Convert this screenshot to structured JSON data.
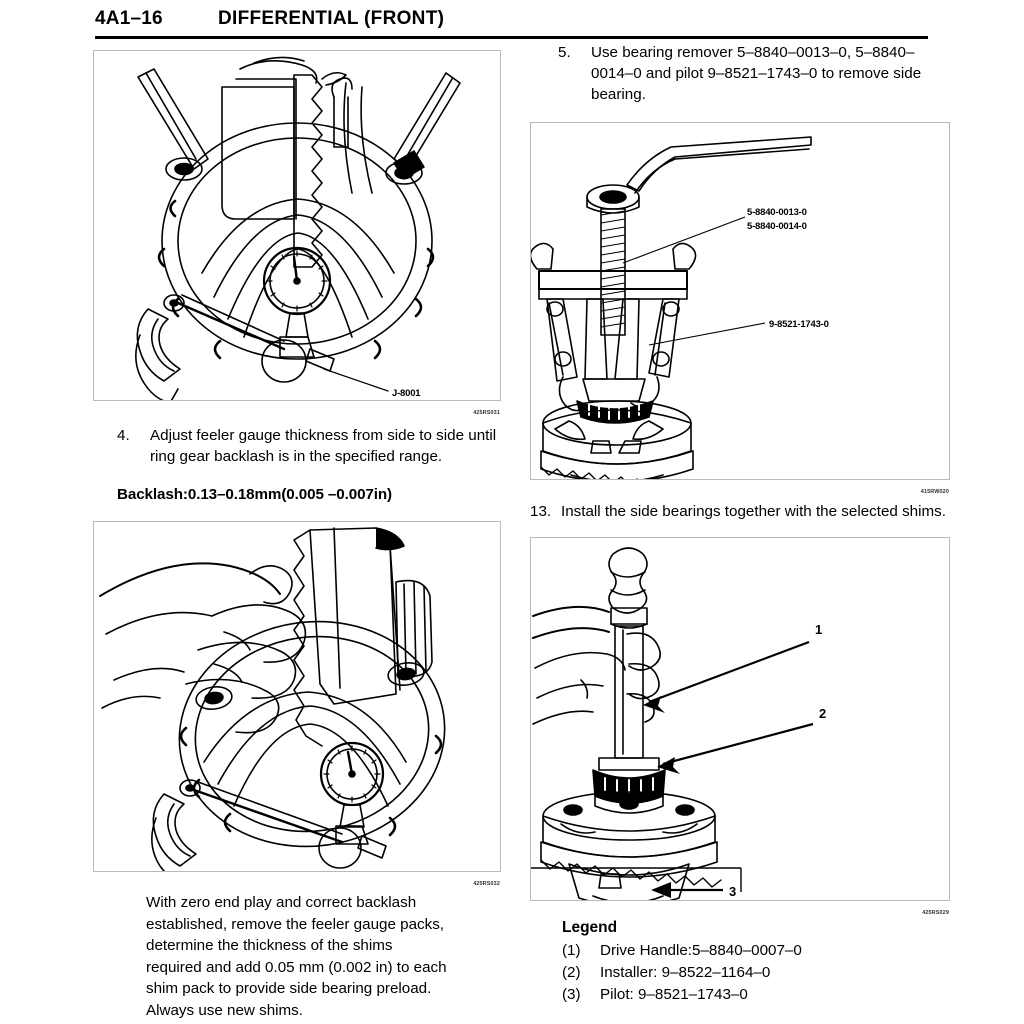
{
  "header": {
    "code": "4A1–16",
    "title": "DIFFERENTIAL (FRONT)"
  },
  "left_column": {
    "figure_1": {
      "code": "425RS031",
      "callout": "J-8001"
    },
    "step_4": {
      "number": "4.",
      "text": "Adjust feeler gauge thickness from side to side until ring gear backlash is in the specified range."
    },
    "backlash_spec": "Backlash:0.13–0.18mm(0.005 –0.007in)",
    "figure_2": {
      "code": "425RS032"
    },
    "closing_paragraph": "With zero end play and correct backlash established, remove the feeler gauge packs, determine the thickness of the shims required and add 0.05 mm (0.002 in) to each shim pack to provide side bearing preload. Always use new shims."
  },
  "right_column": {
    "step_5": {
      "number": "5.",
      "text": "Use bearing remover 5–8840–0013–0, 5–8840–0014–0 and pilot 9–8521–1743–0 to remove side bearing."
    },
    "figure_3": {
      "code": "415RW020",
      "callout_1": "5-8840-0013-0",
      "callout_2": "5-8840-0014-0",
      "callout_3": "9-8521-1743-0"
    },
    "step_13": {
      "number": "13.",
      "text": "Install the side bearings together with the selected shims."
    },
    "figure_4": {
      "code": "425RS029",
      "callout_1": "1",
      "callout_2": "2",
      "callout_3": "3"
    },
    "legend": {
      "title": "Legend",
      "items": [
        {
          "key": "(1)",
          "value": "Drive Handle:5–8840–0007–0"
        },
        {
          "key": "(2)",
          "value": "Installer: 9–8522–1164–0"
        },
        {
          "key": "(3)",
          "value": "Pilot: 9–8521–1743–0"
        }
      ]
    }
  }
}
